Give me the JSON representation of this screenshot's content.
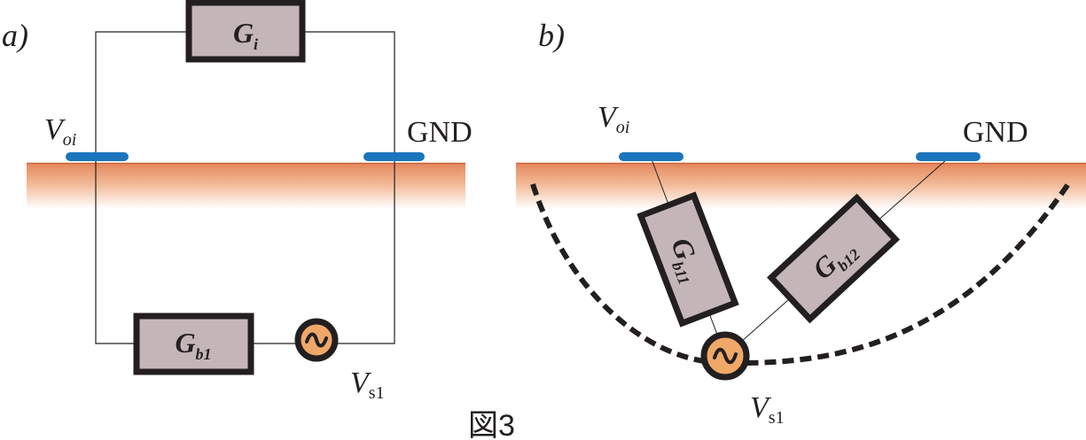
{
  "panel_a": {
    "label": "a)",
    "resistor_top": {
      "main": "G",
      "sub": "i"
    },
    "resistor_bottom": {
      "main": "G",
      "sub": "b1"
    },
    "electrode_left": {
      "main": "V",
      "sub": "oi"
    },
    "electrode_right": "GND",
    "source": {
      "main": "V",
      "sub": "s1"
    }
  },
  "panel_b": {
    "label": "b)",
    "resistor_left": {
      "main": "G",
      "sub": "b11"
    },
    "resistor_right": {
      "main": "G",
      "sub": "b12"
    },
    "electrode_left": {
      "main": "V",
      "sub": "oi"
    },
    "electrode_right": "GND",
    "source": {
      "main": "V",
      "sub": "s1"
    }
  },
  "caption": "図3",
  "colors": {
    "soil_top": "#e4875c",
    "electrode": "#1b75bb",
    "resistor_fill": "#c4b6b8",
    "source_fill": "#f0a868",
    "ink": "#231f20"
  }
}
